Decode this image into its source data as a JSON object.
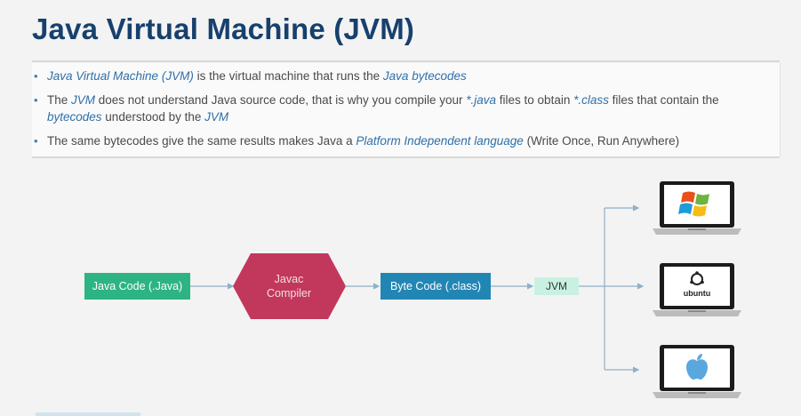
{
  "title": "Java Virtual Machine (JVM)",
  "bullets": [
    {
      "segments": [
        {
          "text": "Java Virtual Machine (JVM)",
          "em": true
        },
        {
          "text": " is the virtual machine that runs the ",
          "em": false
        },
        {
          "text": "Java bytecodes",
          "em": true
        }
      ]
    },
    {
      "line1": [
        {
          "text": "The ",
          "em": false
        },
        {
          "text": "JVM",
          "em": true
        },
        {
          "text": " does not understand Java source code, that is why you compile your ",
          "em": false
        },
        {
          "text": "*.java",
          "em": true
        },
        {
          "text": " files to obtain ",
          "em": false
        },
        {
          "text": "*.class",
          "em": true
        },
        {
          "text": " files that contain the",
          "em": false
        }
      ],
      "line2": [
        {
          "text": "bytecodes",
          "em": true
        },
        {
          "text": " understood by the ",
          "em": false
        },
        {
          "text": "JVM",
          "em": true
        }
      ]
    },
    {
      "segments": [
        {
          "text": "The same bytecodes give the same results makes Java a ",
          "em": false
        },
        {
          "text": "Platform Independent language",
          "em": true
        },
        {
          "text": " (Write Once, Run Anywhere)",
          "em": false
        }
      ]
    }
  ],
  "diagram": {
    "java_code": "Java Code (.Java)",
    "compiler_line1": "Javac",
    "compiler_line2": "Compiler",
    "byte_code": "Byte Code (.class)",
    "jvm": "JVM",
    "platforms": [
      "windows-laptop",
      "ubuntu-laptop",
      "apple-laptop"
    ],
    "ubuntu_label": "ubuntu"
  },
  "colors": {
    "title": "#17406d",
    "java_code": "#2db484",
    "compiler": "#c2385c",
    "byte_code": "#2286b4",
    "jvm": "#c9f1e2",
    "arrow": "#8fb0c8"
  }
}
